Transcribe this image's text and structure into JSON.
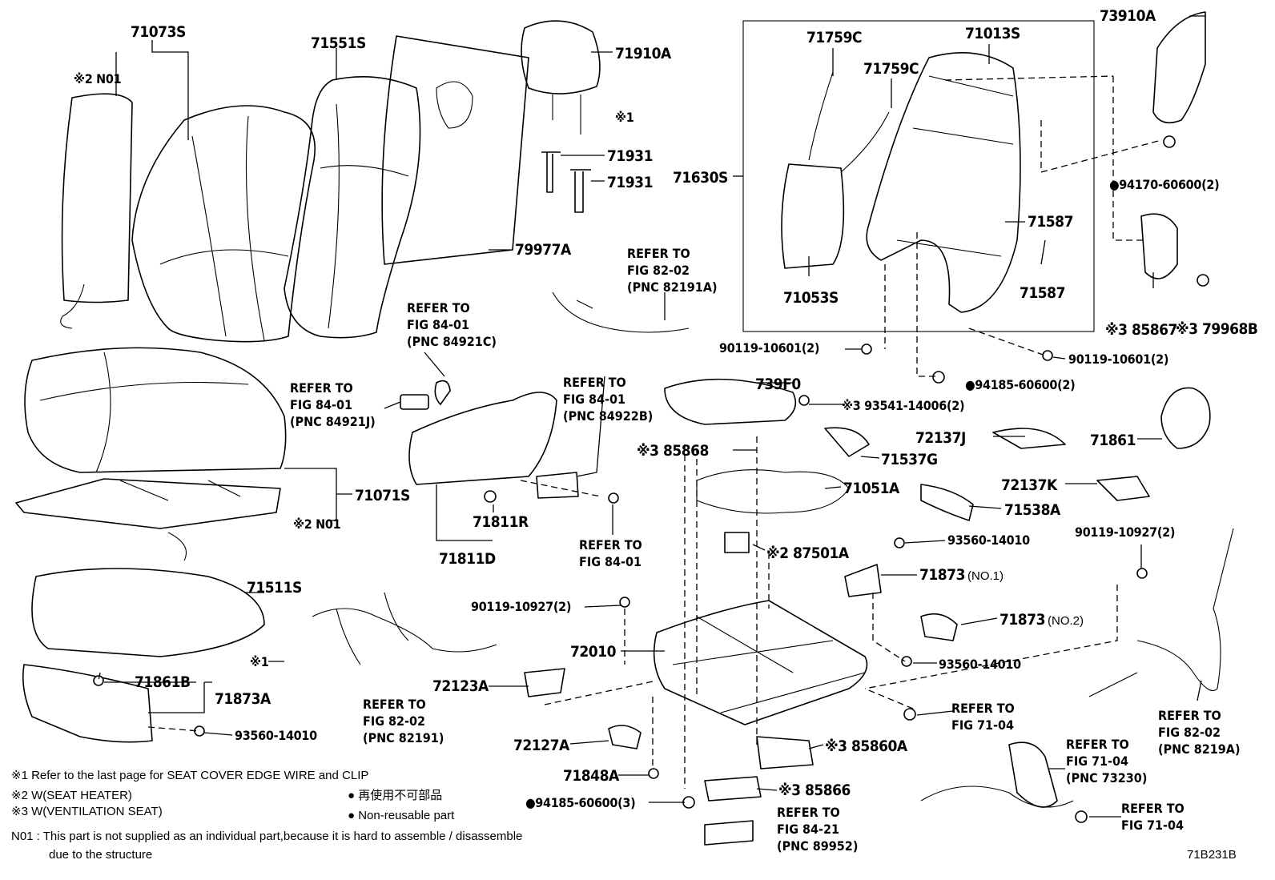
{
  "diagram": {
    "code": "71B231B",
    "parts": [
      {
        "id": "p71073S",
        "label": "71073S"
      },
      {
        "id": "pN01a",
        "label": "※2 N01"
      },
      {
        "id": "p71551S",
        "label": "71551S"
      },
      {
        "id": "p71910A",
        "label": "71910A"
      },
      {
        "id": "pMark1a",
        "label": "※1"
      },
      {
        "id": "p71931a",
        "label": "71931"
      },
      {
        "id": "p71931b",
        "label": "71931"
      },
      {
        "id": "p79977A",
        "label": "79977A"
      },
      {
        "id": "p71759C1",
        "label": "71759C"
      },
      {
        "id": "p71759C2",
        "label": "71759C"
      },
      {
        "id": "p71013S",
        "label": "71013S"
      },
      {
        "id": "p73910A",
        "label": "73910A"
      },
      {
        "id": "p71630S",
        "label": "71630S"
      },
      {
        "id": "p94170",
        "label": "●94170-60600(2)"
      },
      {
        "id": "p71587a",
        "label": "71587"
      },
      {
        "id": "p71587b",
        "label": "71587"
      },
      {
        "id": "p71053S",
        "label": "71053S"
      },
      {
        "id": "p79968B",
        "label": "※3 79968B"
      },
      {
        "id": "p85867",
        "label": "※3 85867"
      },
      {
        "id": "p90119a",
        "label": "90119-10601(2)"
      },
      {
        "id": "p90119b",
        "label": "90119-10601(2)"
      },
      {
        "id": "p94185a",
        "label": "●94185-60600(2)"
      },
      {
        "id": "p739F0",
        "label": "739F0"
      },
      {
        "id": "p93541",
        "label": "※3 93541-14006(2)"
      },
      {
        "id": "p72137J",
        "label": "72137J"
      },
      {
        "id": "p71861",
        "label": "71861"
      },
      {
        "id": "p85868",
        "label": "※3 85868"
      },
      {
        "id": "p71537G",
        "label": "71537G"
      },
      {
        "id": "p71051A",
        "label": "71051A"
      },
      {
        "id": "p72137K",
        "label": "72137K"
      },
      {
        "id": "p71538A",
        "label": "71538A"
      },
      {
        "id": "p71071S",
        "label": "71071S"
      },
      {
        "id": "pN01b",
        "label": "※2 N01"
      },
      {
        "id": "p71811R",
        "label": "71811R"
      },
      {
        "id": "p71811D",
        "label": "71811D"
      },
      {
        "id": "p87501A",
        "label": "※2 87501A"
      },
      {
        "id": "p93560a",
        "label": "93560-14010"
      },
      {
        "id": "p90119c",
        "label": "90119-10927(2)"
      },
      {
        "id": "p71511S",
        "label": "71511S"
      },
      {
        "id": "p71873no1",
        "label": "71873"
      },
      {
        "id": "p90119d",
        "label": "90119-10927(2)"
      },
      {
        "id": "p71873no2",
        "label": "71873"
      },
      {
        "id": "p72010",
        "label": "72010"
      },
      {
        "id": "p93560b",
        "label": "93560-14010"
      },
      {
        "id": "pMark1b",
        "label": "※1"
      },
      {
        "id": "p71861B",
        "label": "71861B"
      },
      {
        "id": "p71873A",
        "label": "71873A"
      },
      {
        "id": "p72123A",
        "label": "72123A"
      },
      {
        "id": "p93560c",
        "label": "93560-14010"
      },
      {
        "id": "p72127A",
        "label": "72127A"
      },
      {
        "id": "p85860A",
        "label": "※3 85860A"
      },
      {
        "id": "p71848A",
        "label": "71848A"
      },
      {
        "id": "p85866",
        "label": "※3 85866"
      },
      {
        "id": "p94185b",
        "label": "●94185-60600(3)"
      }
    ],
    "sublabels": {
      "no1": "(NO.1)",
      "no2": "(NO.2)"
    },
    "refs": [
      {
        "id": "r1",
        "lines": [
          "REFER TO",
          "FIG 82-02",
          "(PNC 82191A)"
        ]
      },
      {
        "id": "r2",
        "lines": [
          "REFER TO",
          "FIG 84-01",
          "(PNC 84921C)"
        ]
      },
      {
        "id": "r3",
        "lines": [
          "REFER TO",
          "FIG 84-01",
          "(PNC 84921J)"
        ]
      },
      {
        "id": "r4",
        "lines": [
          "REFER TO",
          "FIG 84-01",
          "(PNC 84922B)"
        ]
      },
      {
        "id": "r5",
        "lines": [
          "REFER TO",
          "FIG 84-01"
        ]
      },
      {
        "id": "r6",
        "lines": [
          "REFER TO",
          "FIG 82-02",
          "(PNC 82191)"
        ]
      },
      {
        "id": "r7",
        "lines": [
          "REFER TO",
          "FIG 71-04"
        ]
      },
      {
        "id": "r8",
        "lines": [
          "REFER TO",
          "FIG 82-02",
          "(PNC 8219A)"
        ]
      },
      {
        "id": "r9",
        "lines": [
          "REFER TO",
          "FIG 71-04",
          "(PNC 73230)"
        ]
      },
      {
        "id": "r10",
        "lines": [
          "REFER TO",
          "FIG 84-21",
          "(PNC 89952)"
        ]
      },
      {
        "id": "r11",
        "lines": [
          "REFER TO",
          "FIG 71-04"
        ]
      }
    ],
    "notes": {
      "n1": "※1  Refer to the last page for SEAT COVER EDGE WIRE and CLIP",
      "n2": "※2 W(SEAT HEATER)",
      "n3": "※3 W(VENTILATION SEAT)",
      "jp": "●  再使用不可部品",
      "nr": "●  Non-reusable part",
      "n01a": "N01 : This part is not supplied as an individual part,because it is hard to assemble / disassemble",
      "n01b": "due to the structure"
    }
  }
}
